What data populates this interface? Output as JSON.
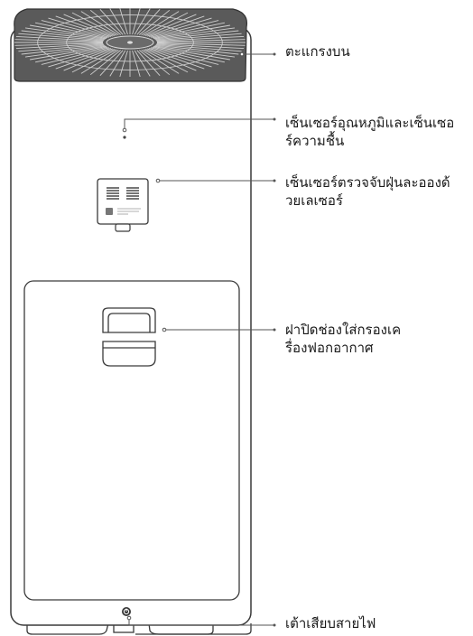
{
  "labels": {
    "top_cover": "ตะแกรงบน",
    "temp_humidity_sensor": [
      "เซ็นเซอร์อุณหภูมิและเซ็นเซอ",
      "ร์ความชื้น"
    ],
    "dust_sensor": [
      "เซ็นเซอร์ตรวจจับฝุ่นละอองด้",
      "วยเลเซอร์"
    ],
    "filter_cover": [
      "ฝาปิดช่องใส่กรองเค",
      "รื่องฟอกอากาศ"
    ],
    "power_socket": "เต้าเสียบสายไฟ"
  },
  "colors": {
    "outline": "#3a3a3a",
    "top_grille": "#5a5a5a",
    "leader": "#555555"
  }
}
